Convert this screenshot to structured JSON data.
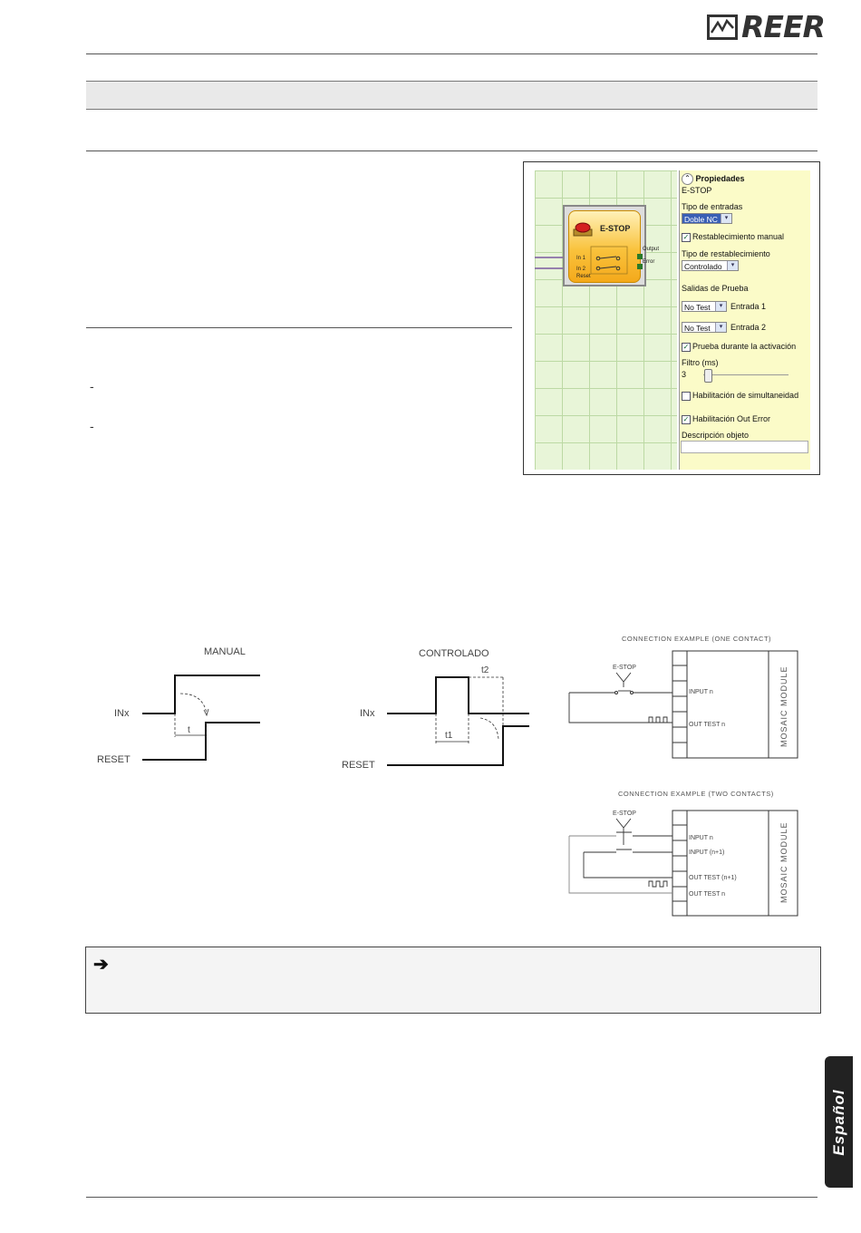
{
  "brand": {
    "logo_text": "REER"
  },
  "properties_panel": {
    "header": "Propiedades",
    "object_name": "E-STOP",
    "input_type_label": "Tipo de entradas",
    "input_type_value": "Doble NC",
    "manual_reset_label": "Restablecimiento manual",
    "manual_reset_checked": true,
    "reset_type_label": "Tipo de restablecimiento",
    "reset_type_value": "Controlado",
    "test_outputs_label": "Salidas de Prueba",
    "test1_value": "No Test",
    "test1_label": "Entrada 1",
    "test2_value": "No Test",
    "test2_label": "Entrada 2",
    "test_on_activation_label": "Prueba durante la activación",
    "test_on_activation_checked": true,
    "filter_label": "Filtro (ms)",
    "filter_value": "3",
    "simultaneity_label": "Habilitación de simultaneidad",
    "simultaneity_checked": false,
    "out_error_label": "Habilitación Out Error",
    "out_error_checked": true,
    "description_label": "Descripción objeto",
    "description_value": ""
  },
  "block": {
    "title": "E-STOP",
    "in1": "In 1",
    "in2": "In 2",
    "reset": "Reset",
    "output": "Output",
    "error": "Error"
  },
  "timing": {
    "manual_title": "MANUAL",
    "controlled_title": "CONTROLADO",
    "inx": "INx",
    "reset": "RESET",
    "t": "t",
    "t1": "t1",
    "t2": "t2"
  },
  "conn1": {
    "title": "CONNECTION EXAMPLE (ONE CONTACT)",
    "estop": "E-STOP",
    "input": "INPUT n",
    "out_test": "OUT TEST n",
    "module": "MOSAIC MODULE"
  },
  "conn2": {
    "title": "CONNECTION EXAMPLE (TWO CONTACTS)",
    "estop": "E-STOP",
    "input1": "INPUT n",
    "input2": "INPUT (n+1)",
    "out_test1": "OUT TEST (n+1)",
    "out_test2": "OUT TEST n",
    "module": "MOSAIC MODULE"
  },
  "bullets": [
    "-",
    "-"
  ],
  "side_tab": "Español"
}
